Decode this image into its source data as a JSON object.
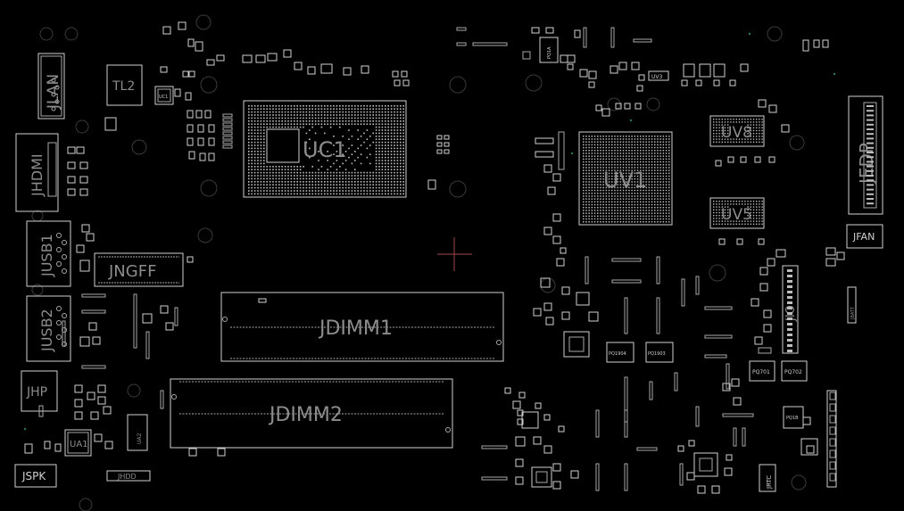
{
  "colors": {
    "background": "#000000",
    "outline": "#cfcfcf",
    "label": "#8c8c8c",
    "cursor": "#a04848",
    "mark_green": "#2d7a56"
  },
  "components": {
    "jlan": "JLAN",
    "tl2": "TL2",
    "uc1_small": "UC1",
    "uc1": "UC1",
    "jhdmi": "JHDMI",
    "jusb1": "JUSB1",
    "jngff": "JNGFF",
    "jusb2": "JUSB2",
    "jdimm1": "JDIMM1",
    "jdimm2": "JDIMM2",
    "jhp": "JHP",
    "ua1": "UA1",
    "jspk": "JSPK",
    "jhdd": "JHDD",
    "ua2": "UA2",
    "uv1": "UV1",
    "uv8": "UV8",
    "uv5": "UV5",
    "uv3": "UV3",
    "jedp": "JEDP",
    "jfan": "JFAN",
    "jio": "JIO",
    "jrtc": "JRTC",
    "pq1904": "PQ1904",
    "pq1903": "PQ1903",
    "pq701": "PQ701",
    "pq702": "PQ702",
    "pq1b": "PQ1B",
    "pq1a": "PQ1A",
    "jbat": "JBATT"
  }
}
